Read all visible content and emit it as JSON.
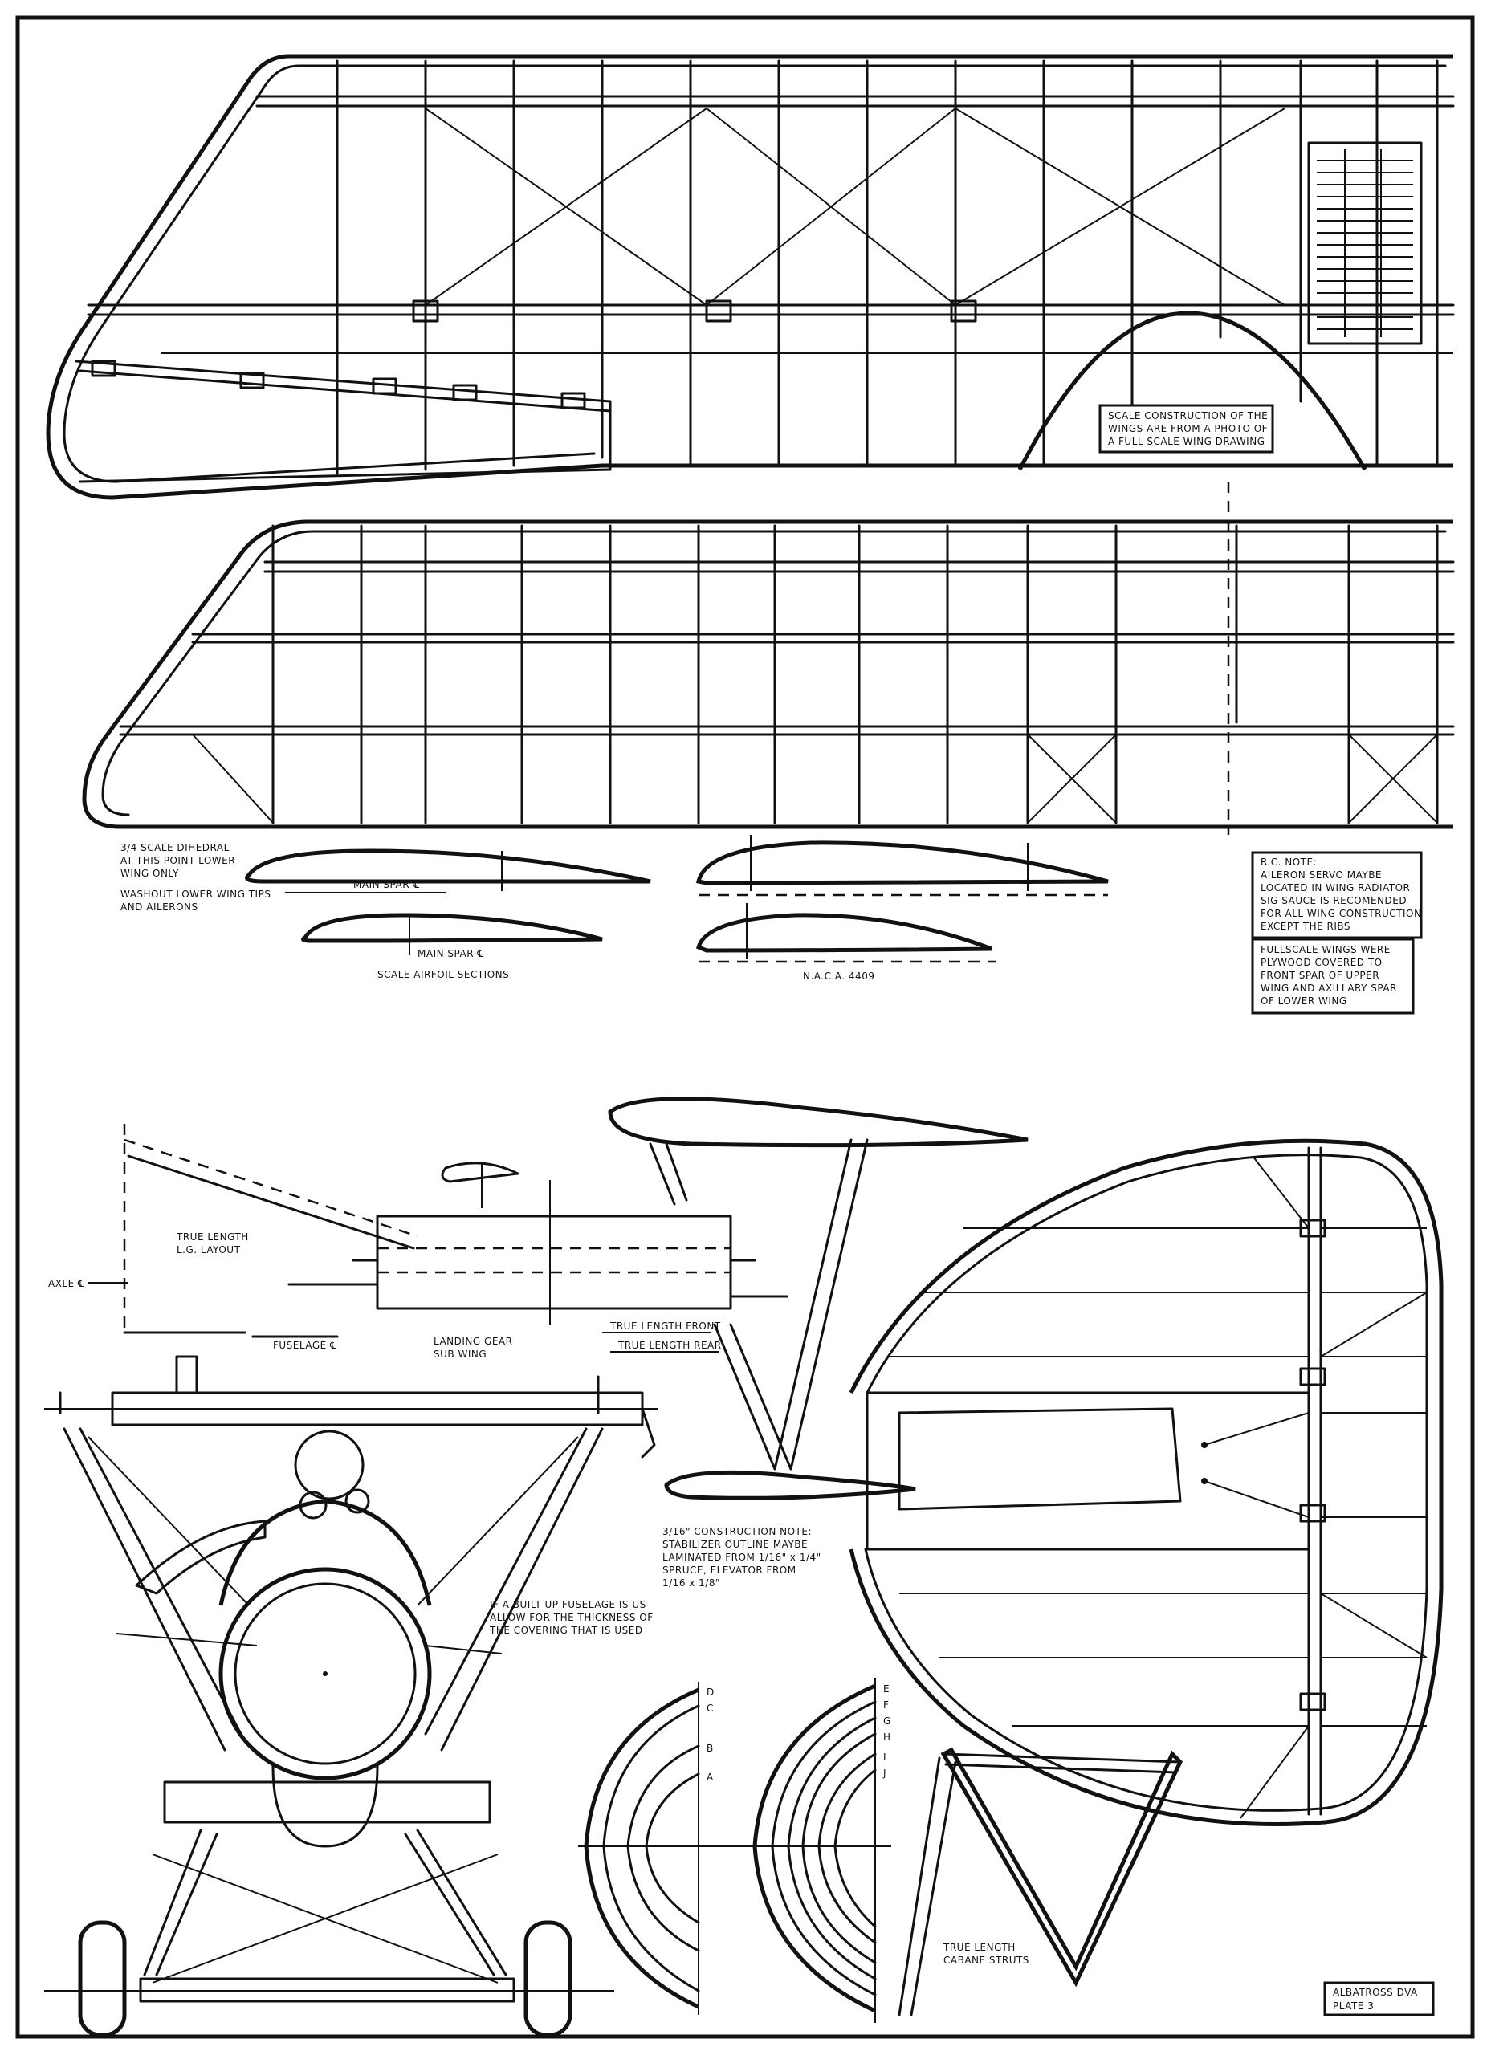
{
  "notes": {
    "scale_construction": [
      "SCALE CONSTRUCTION OF THE",
      "WINGS ARE FROM A PHOTO OF",
      "A FULL SCALE WING DRAWING"
    ],
    "dihedral": [
      "3/4 SCALE DIHEDRAL",
      "AT THIS POINT LOWER",
      "WING ONLY"
    ],
    "washout": [
      "WASHOUT LOWER WING TIPS",
      "AND AILERONS"
    ],
    "main_spar_1": "MAIN SPAR ℄",
    "main_spar_2": "MAIN SPAR ℄",
    "scale_airfoil_sections": "SCALE AIRFOIL SECTIONS",
    "naca": "N.A.C.A. 4409",
    "rc_note": [
      "R.C. NOTE:",
      "AILERON SERVO MAYBE",
      "LOCATED IN WING RADIATOR",
      "SIG SAUCE IS RECOMENDED",
      "FOR ALL WING CONSTRUCTION",
      "EXCEPT THE RIBS"
    ],
    "fullscale_note": [
      "FULLSCALE WINGS WERE",
      "PLYWOOD COVERED TO",
      "FRONT SPAR OF UPPER",
      "WING AND AXILLARY SPAR",
      "OF LOWER WING"
    ],
    "true_length_lg": [
      "TRUE LENGTH",
      "L.G. LAYOUT"
    ],
    "axle": "AXLE ℄",
    "fuselage": "FUSELAGE ℄",
    "landing_gear": [
      "LANDING GEAR",
      "SUB WING"
    ],
    "true_length_front": "TRUE LENGTH FRONT",
    "true_length_rear": "TRUE LENGTH REAR",
    "stabilizer_note": [
      "3/16\" CONSTRUCTION NOTE:",
      "STABILIZER OUTLINE MAYBE",
      "LAMINATED FROM 1/16\" x 1/4\"",
      "SPRUCE, ELEVATOR FROM",
      "1/16 x 1/8\""
    ],
    "built_up_fuselage": [
      "IF A BUILT UP FUSELAGE IS US",
      "ALLOW FOR THE THICKNESS OF",
      "THE COVERING THAT IS USED"
    ],
    "cabane_struts": [
      "TRUE LENGTH",
      "CABANE STRUTS"
    ],
    "plate_id": [
      "ALBATROSS DVA",
      "PLATE 3"
    ],
    "section_letters_left": [
      "D",
      "C",
      "B",
      "A"
    ],
    "section_letters_right": [
      "E",
      "F",
      "G",
      "H",
      "I",
      "J"
    ]
  }
}
